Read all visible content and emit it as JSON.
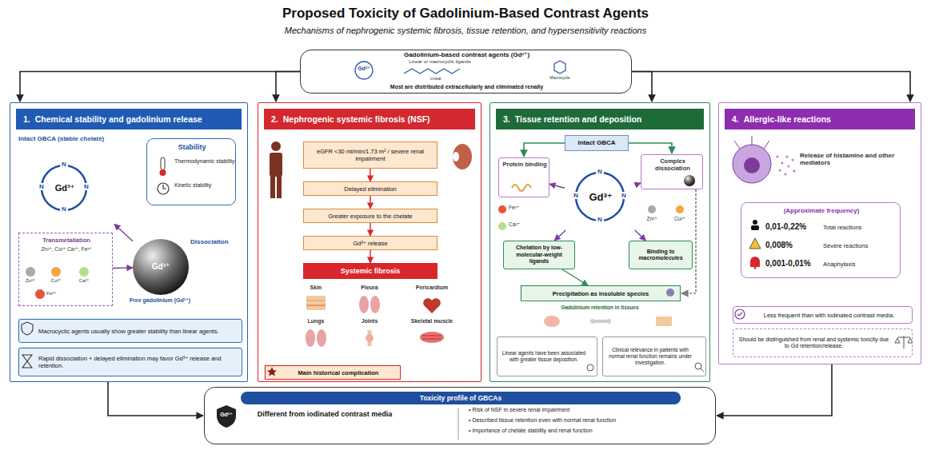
{
  "diagram": {
    "title": "Proposed Toxicity of Gadolinium-Based Contrast Agents",
    "caption": "Mechanisms of nephrogenic systemic fibrosis, tissue retention, and hypersensitivity reactions",
    "nodes": [
      {
        "text": [
          "Gadolinium-based contrast agents (Gd³⁺)",
          "Most are distributed extracellularly and eliminated renally"
        ]
      },
      {
        "text": [
          "1.",
          "Chemical stability and gadolinium release"
        ]
      },
      {
        "text": [
          "Intact GBCA (stable chelate)",
          "Gd³⁺"
        ],
        "in": 1
      },
      {
        "text": [
          "Stability",
          "Thermodynamic stability",
          "Kinetic stability"
        ],
        "in": 1
      },
      {
        "text": [
          "Transmetallation",
          "Zn²⁺, Cu²⁺ Ca²⁺, Fe³⁺"
        ],
        "in": 1
      },
      {
        "text": [
          "Gd³⁺"
        ],
        "in": 1
      },
      {
        "text": [
          "Macrocyclic agents usually show greater stability than linear agents."
        ],
        "in": 1
      },
      {
        "text": [
          "Rapid dissociation + delayed elimination may favor Gd³⁺ release and retention."
        ],
        "in": 1
      },
      {
        "text": [
          "2.",
          "Nephrogenic systemic fibrosis (NSF)"
        ]
      },
      {
        "text": [
          "eGFR <30 ml/min/1.73 m² / severe renal impairment"
        ],
        "in": 8
      },
      {
        "text": [
          "Delayed elimination"
        ],
        "in": 8
      },
      {
        "text": [
          "Greater exposure to the chelate"
        ],
        "in": 8
      },
      {
        "text": [
          "Gd³⁺ release"
        ],
        "in": 8
      },
      {
        "text": [
          "Systemic fibrosis"
        ],
        "in": 8
      },
      {
        "text": [
          "Main historical complication"
        ],
        "in": 8
      },
      {
        "text": [
          "3.",
          "Tissue retention and deposition"
        ]
      },
      {
        "text": [
          "Intact GBCA"
        ],
        "in": 15
      },
      {
        "text": [
          "Protein binding"
        ],
        "in": 15
      },
      {
        "text": [
          "Complex dissociation"
        ],
        "in": 15
      },
      {
        "text": [
          "Gd³⁺"
        ],
        "in": 15
      },
      {
        "text": [
          "Chelation by low-molecular-weight ligands"
        ],
        "in": 15
      },
      {
        "text": [
          "Binding to macromolecules"
        ],
        "in": 15
      },
      {
        "text": [
          "Precipitation as insoluble species"
        ],
        "in": 15
      },
      {
        "text": [
          "Linear agents have been associated with greater tissue deposition."
        ],
        "in": 15
      },
      {
        "text": [
          "Clinical relevance in patients with normal renal function remains under investigation."
        ],
        "in": 15
      },
      {
        "text": [
          "4.",
          "Allergic-like reactions"
        ]
      },
      {
        "text": [
          "(Approximate frequency)",
          "0,01-0,22%",
          "Total reactions",
          "0,008%",
          "Severe reactions",
          "0,001-0,01%",
          "Anaphylaxis"
        ],
        "in": 25
      },
      {
        "text": [
          "Less frequent than with iodinated contrast media."
        ],
        "in": 25
      },
      {
        "text": [
          "Should be distinguished from renal and systemic toxicity due to Gd retention/release."
        ],
        "in": 25
      },
      {
        "text": [
          "Different from iodinated contrast media",
          "• Risk of NSF in severe renal impairment",
          "• Described tissue retention even with normal renal function",
          "• Importance of chelate stability and renal function"
        ]
      },
      {
        "text": [
          "Toxicity profile of GBCAs"
        ],
        "in": 29
      }
    ],
    "edges": [
      {
        "from": 0,
        "to": 1,
        "arrow": "to"
      },
      {
        "from": 0,
        "to": 8,
        "arrow": "to"
      },
      {
        "from": 0,
        "to": 15,
        "arrow": "to"
      },
      {
        "from": 0,
        "to": 25,
        "arrow": "to"
      },
      {
        "from": 5,
        "to": 2,
        "arrow": "to"
      },
      {
        "from": 4,
        "to": 5,
        "arrow": "to"
      },
      {
        "from": 9,
        "to": 10,
        "arrow": "to"
      },
      {
        "from": 10,
        "to": 11,
        "arrow": "to"
      },
      {
        "from": 11,
        "to": 12,
        "arrow": "to"
      },
      {
        "from": 12,
        "to": 13,
        "arrow": "to"
      },
      {
        "from": 16,
        "to": 17,
        "arrow": "to"
      },
      {
        "from": 16,
        "to": 18,
        "arrow": "to"
      },
      {
        "from": 19,
        "to": 17,
        "arrow": "to"
      },
      {
        "from": 19,
        "to": 18,
        "arrow": "to"
      },
      {
        "from": 19,
        "to": 20,
        "arrow": "to"
      },
      {
        "from": 19,
        "to": 21,
        "arrow": "to"
      },
      {
        "from": 20,
        "to": 22,
        "arrow": "to"
      },
      {
        "from": 18,
        "to": 22,
        "arrow": "to"
      },
      {
        "from": 1,
        "to": 29,
        "arrow": "to"
      },
      {
        "from": 25,
        "to": 29,
        "arrow": "to"
      }
    ],
    "labels": [
      "Gd³⁺",
      "Linear or macrocyclic ligands",
      "Linear",
      "Macrocycle",
      "N",
      "N",
      "N",
      "N",
      "Zn²⁺",
      "Cu²⁺",
      "Ca²⁺",
      "Fe³⁺",
      "Dissociation",
      "Free gadolinium (Gd³⁺)",
      "Skin",
      "Pleura",
      "Pericardium",
      "Lungs",
      "Joints",
      "Skeletal muscle",
      "N",
      "N",
      "N",
      "N",
      "Fe³⁺",
      "Ca²⁺",
      "Zn²⁺",
      "Cu²⁺",
      "Gadolinium retention in tissues",
      "Release of histamine and other mediators",
      "Gd³⁺"
    ]
  }
}
